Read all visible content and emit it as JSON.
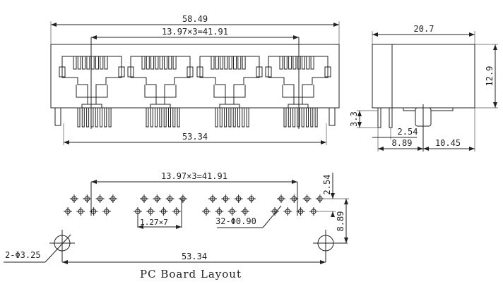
{
  "front_view": {
    "overall_width": "58.49",
    "port_pitch": "13.97×3=41.91",
    "mount_span": "53.34"
  },
  "side_view": {
    "depth": "20.7",
    "height": "12.9",
    "pin_length": "3.3",
    "pin_row_pitch": "2.54",
    "pin_to_post": "8.89",
    "post_to_front": "10.45"
  },
  "pcb_layout": {
    "title": "PC Board Layout",
    "port_pitch": "13.97×3=41.91",
    "pin_pitch": "1.27×7",
    "pin_holes": "32-Φ0.90",
    "mount_holes": "2-Φ3.25",
    "mount_span": "53.34",
    "row_offset": "2.54",
    "row_to_mount": "8.89"
  }
}
